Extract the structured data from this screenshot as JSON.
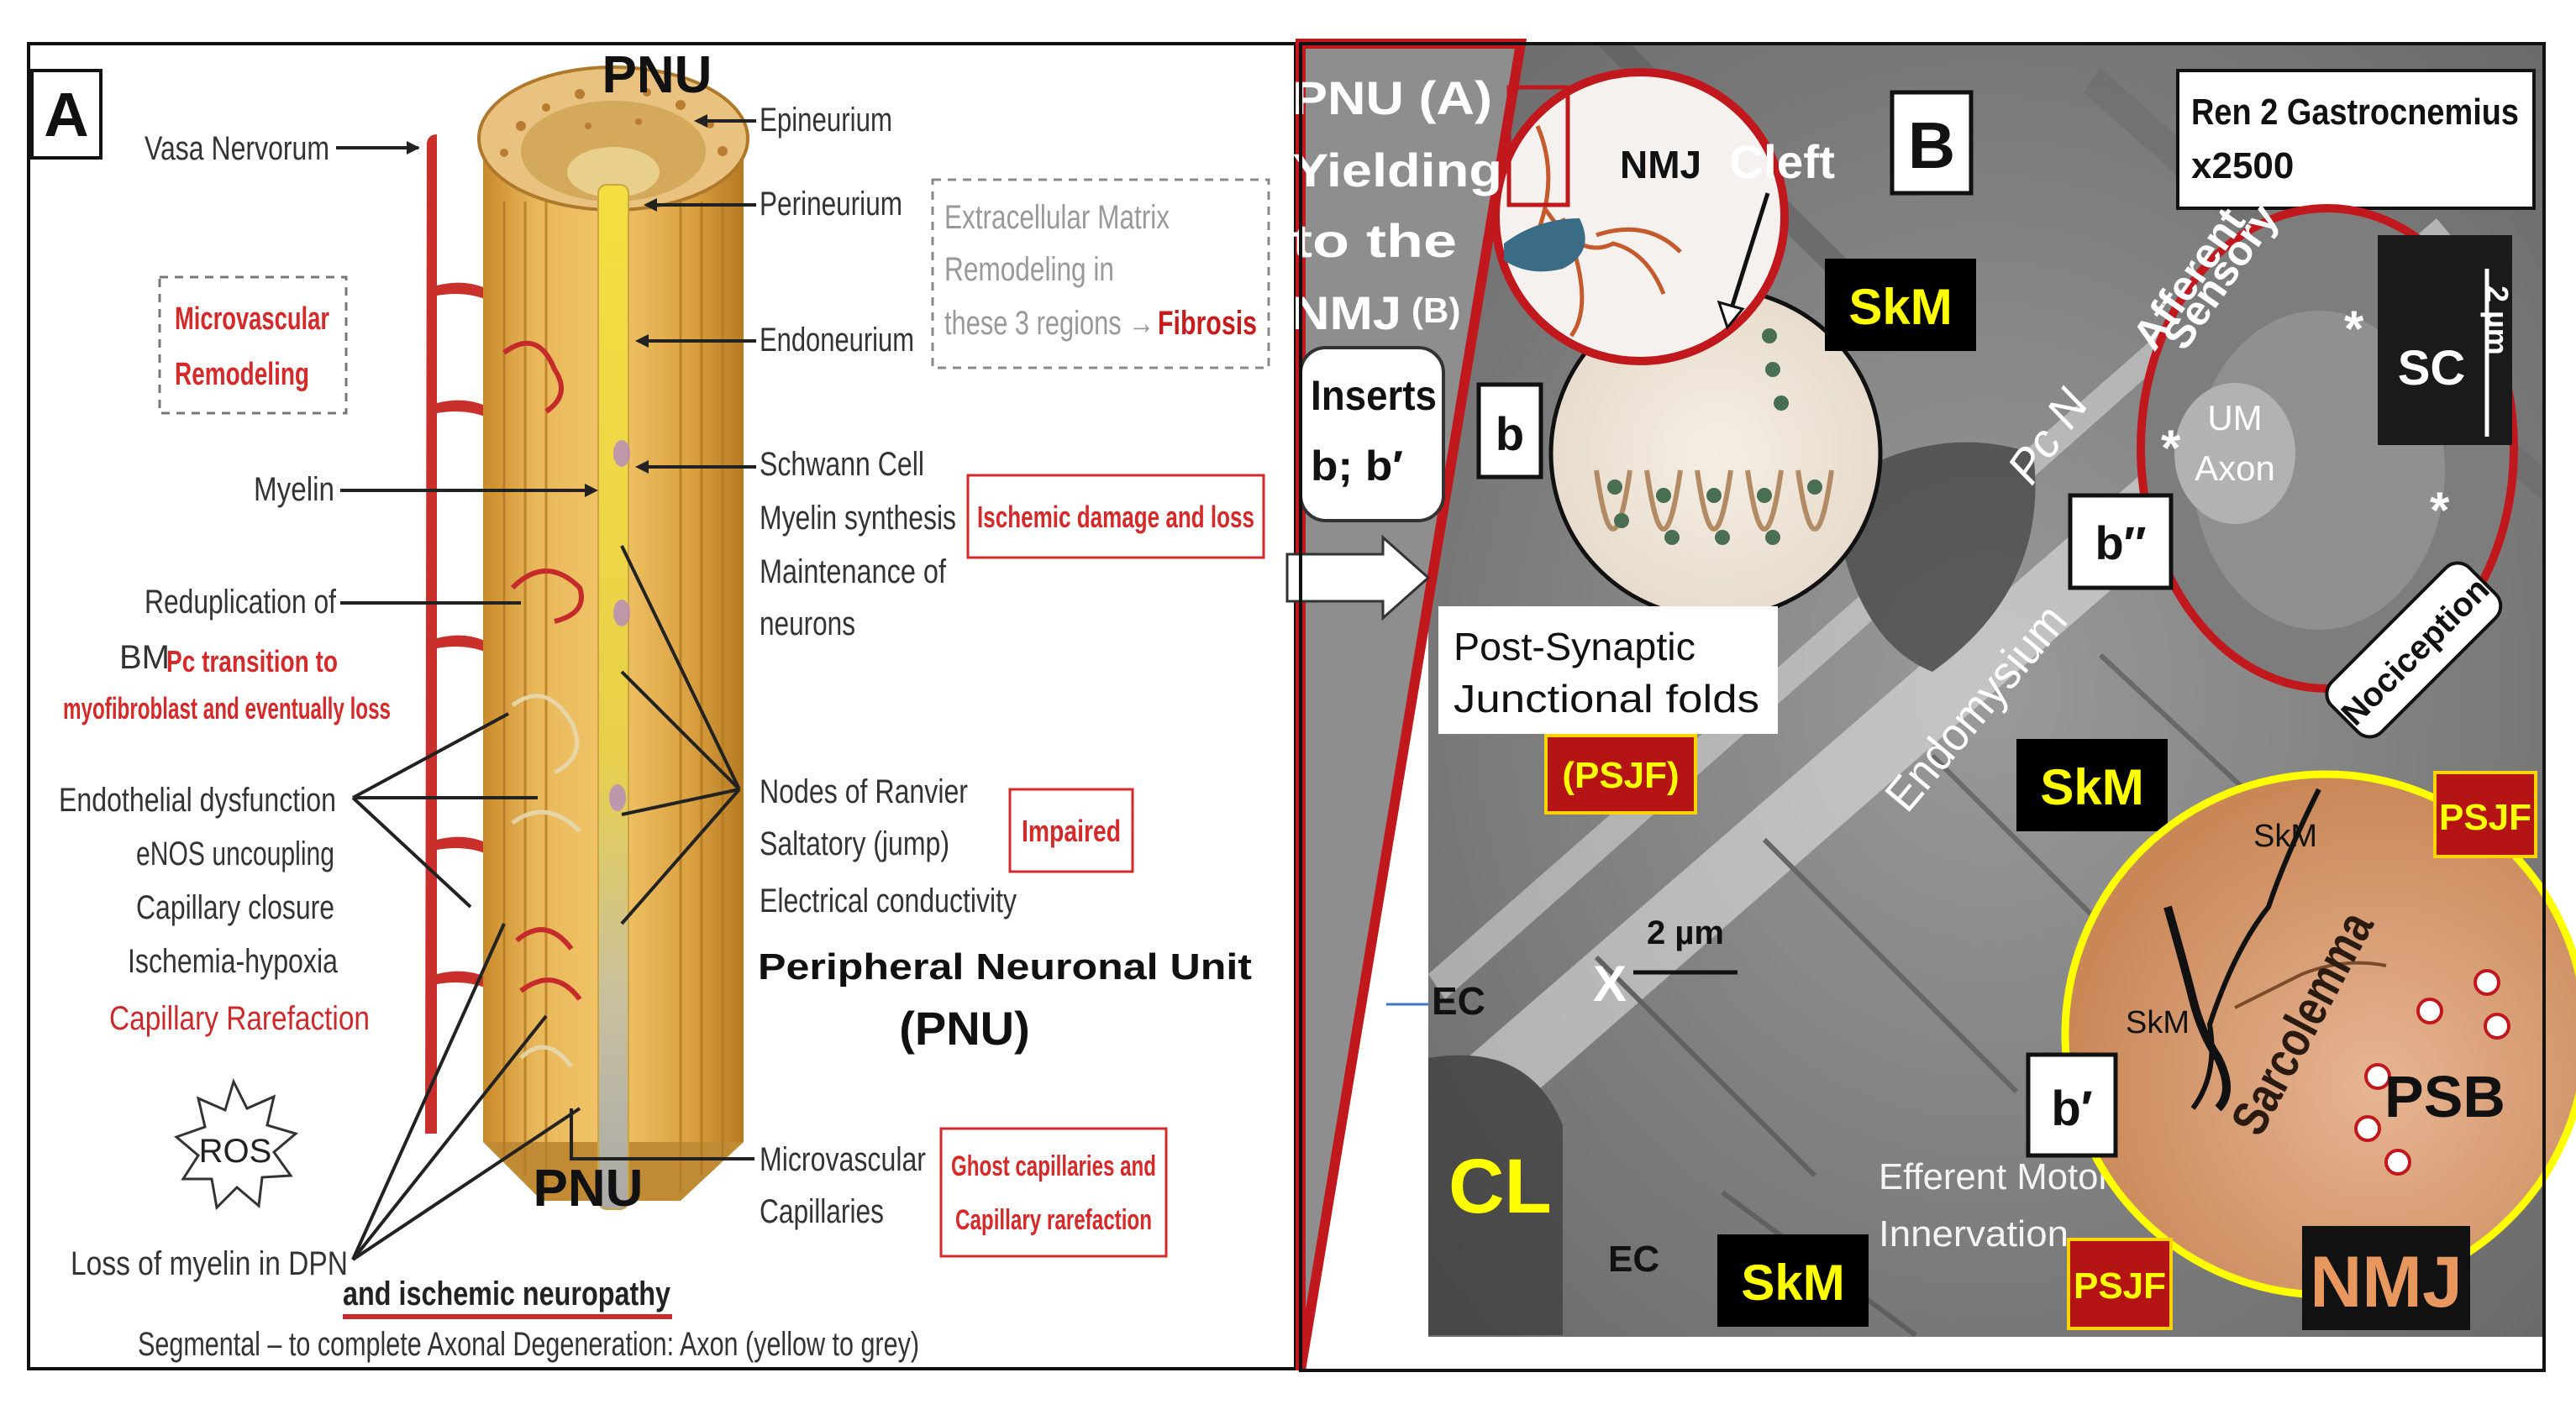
{
  "panel_a": {
    "letter": "A",
    "pnu_top": "PNU",
    "pnu_bottom": "PNU",
    "left_labels": {
      "vasa_nervorum": "Vasa Nervorum",
      "myelin": "Myelin",
      "reduplication": "Reduplication of",
      "bm": "BM",
      "endothelial": "Endothelial dysfunction",
      "enos": "eNOS uncoupling",
      "capillary_closure": "Capillary closure",
      "ischemia": "Ischemia-hypoxia",
      "rarefaction": "Capillary Rarefaction",
      "ros": "ROS",
      "loss_myelin": "Loss of myelin in DPN",
      "and_ischemic": "and ischemic neuropathy",
      "segmental": "Segmental – to complete Axonal Degeneration: Axon (yellow to grey)"
    },
    "red_notes": {
      "micro_remodeling_1": "Microvascular",
      "micro_remodeling_2": "Remodeling",
      "pc_transition_1": "Pc transition to",
      "pc_transition_2": "myofibroblast and eventually loss",
      "fibrosis": "Fibrosis",
      "ischemic_damage": "Ischemic damage and loss",
      "impaired": "Impaired",
      "ghost_1": "Ghost capillaries and",
      "ghost_2": "Capillary rarefaction"
    },
    "right_labels": {
      "epineurium": "Epineurium",
      "perineurium": "Perineurium",
      "endoneurium": "Endoneurium",
      "ecm_1": "Extracellular Matrix",
      "ecm_2": "Remodeling in",
      "ecm_3": "these 3 regions →",
      "schwann": "Schwann Cell",
      "myelin_synth": "Myelin synthesis",
      "maintenance": "Maintenance of",
      "neurons": "neurons",
      "nodes": "Nodes of Ranvier",
      "saltatory": "Saltatory (jump)",
      "electrical": "Electrical conductivity",
      "pnu_title_1": "Peripheral Neuronal Unit",
      "pnu_title_2": "(PNU)",
      "micro_1": "Microvascular",
      "micro_2": "Capillaries"
    }
  },
  "panel_b": {
    "letter": "B",
    "pnu_yield_1": "PNU (A)",
    "pnu_yield_2": "Yielding",
    "pnu_yield_3": "to the",
    "pnu_yield_4": "NMJ",
    "pnu_yield_4b": "(B)",
    "inserts_1": "Inserts",
    "inserts_2": "b; b′",
    "nmj_label": "NMJ",
    "cleft": "Cleft",
    "b_small": "b",
    "post_synaptic_1": "Post-Synaptic",
    "post_synaptic_2": "Junctional folds",
    "psjf_paren": "(PSJF)",
    "ren_1": "Ren 2 Gastrocnemius",
    "ren_2": "x2500",
    "skm": "SkM",
    "afferent": "Afferent",
    "sensory": "Sensory",
    "um": "UM",
    "axon": "Axon",
    "sc": "SC",
    "scale_2um_v": "2 µm",
    "pcn": "Pc N",
    "endomysium": "Endomysium",
    "b_double": "b′′",
    "nociception": "Nociception",
    "scale_2um": "2 µm",
    "x_mark": "X",
    "ec": "EC",
    "cl": "CL",
    "efferent_1": "Efferent Motor",
    "efferent_2": "Innervation",
    "psjf": "PSJF",
    "b_prime": "b′",
    "sarcolemma": "Sarcolemma",
    "psb": "PSB",
    "nmj_big": "NMJ",
    "asterisk": "*"
  },
  "colors": {
    "red": "#d42a2a",
    "dark_red": "#c0181c",
    "yellow": "#ffff00",
    "gold": "#d8a43a",
    "em_gray": "#8c8c8c",
    "grey_panel": "#8e8e8e",
    "nmj_orange": "#d79a6c"
  }
}
